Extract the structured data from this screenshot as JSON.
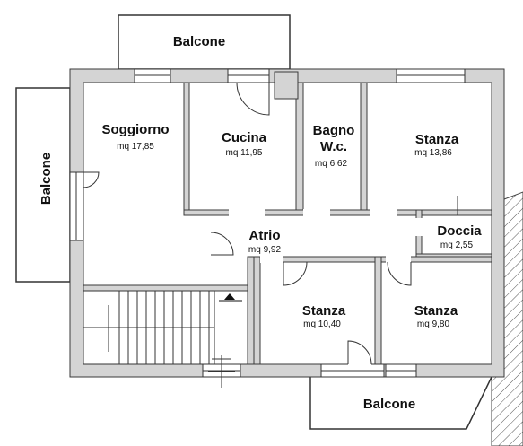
{
  "rooms": {
    "balcone_top": {
      "name": "Balcone"
    },
    "balcone_left": {
      "name": "Balcone"
    },
    "balcone_bottom": {
      "name": "Balcone"
    },
    "soggiorno": {
      "name": "Soggiorno",
      "area": "mq 17,85"
    },
    "cucina": {
      "name": "Cucina",
      "area": "mq 11,95"
    },
    "bagno": {
      "name_line1": "Bagno",
      "name_line2": "W.c.",
      "area": "mq 6,62"
    },
    "stanza_top": {
      "name": "Stanza",
      "area": "mq 13,86"
    },
    "doccia": {
      "name": "Doccia",
      "area": "mq 2,55"
    },
    "atrio": {
      "name": "Atrio",
      "area": "mq 9,92"
    },
    "stanza_mid": {
      "name": "Stanza",
      "area": "mq 10,40"
    },
    "stanza_right": {
      "name": "Stanza",
      "area": "mq 9,80"
    }
  },
  "colors": {
    "wall": "#d4d4d4",
    "wall_outline": "#3a3a3a",
    "line": "#222222",
    "background": "#ffffff"
  }
}
